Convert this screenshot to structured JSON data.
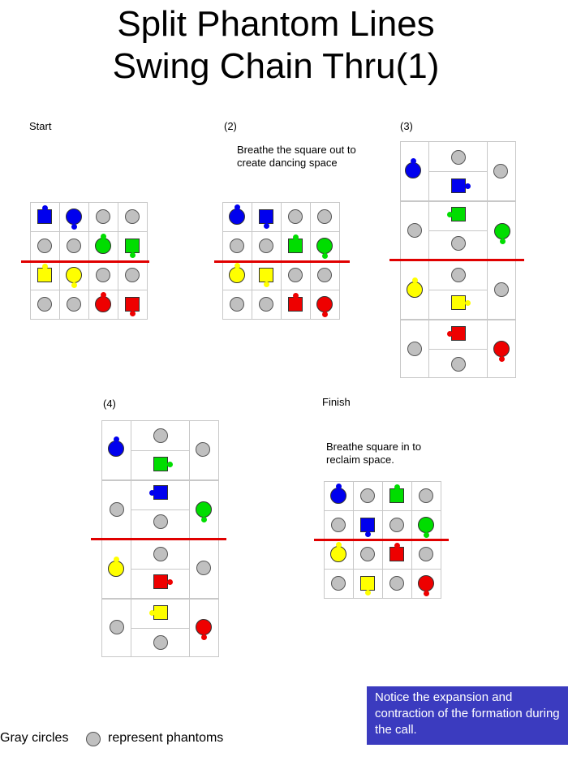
{
  "title": {
    "line1": "Split Phantom Lines",
    "line2": "Swing Chain Thru(1)"
  },
  "labels": {
    "start": "Start",
    "step2": "(2)",
    "step3": "(3)",
    "step4": "(4)",
    "finish": "Finish"
  },
  "captions": {
    "step2": "Breathe the square out to create dancing space",
    "finish": "Breathe square in to reclaim space."
  },
  "legend": {
    "left": "Gray circles",
    "right": "represent phantoms"
  },
  "note": "Notice the expansion and contraction of the formation during the call.",
  "colors": {
    "blue": "#0000ee",
    "green": "#00dd00",
    "yellow": "#ffff00",
    "red": "#ee0000",
    "phantom": "#c0c0c0",
    "divider": "#e00000",
    "note_bg": "#3b3bbf"
  },
  "symbols": {
    "boy": "square",
    "girl": "circle",
    "phantom": "gray-circle"
  },
  "formations": {
    "start": [
      [
        "blue-square",
        "blue-circle",
        "phantom",
        "phantom"
      ],
      [
        "phantom",
        "phantom",
        "green-circle",
        "green-square"
      ],
      [
        "yellow-square",
        "yellow-circle",
        "phantom",
        "phantom"
      ],
      [
        "phantom",
        "phantom",
        "red-circle",
        "red-square"
      ]
    ],
    "step2": [
      [
        "blue-circle",
        "blue-square",
        "phantom",
        "phantom"
      ],
      [
        "phantom",
        "phantom",
        "green-square",
        "green-circle"
      ],
      [
        "yellow-circle",
        "yellow-square",
        "phantom",
        "phantom"
      ],
      [
        "phantom",
        "phantom",
        "red-square",
        "red-circle"
      ]
    ],
    "finish": [
      [
        "blue-circle",
        "phantom",
        "green-square",
        "phantom"
      ],
      [
        "phantom",
        "blue-square",
        "phantom",
        "green-circle"
      ],
      [
        "yellow-circle",
        "phantom",
        "red-square",
        "phantom"
      ],
      [
        "phantom",
        "yellow-square",
        "phantom",
        "red-circle"
      ]
    ]
  }
}
